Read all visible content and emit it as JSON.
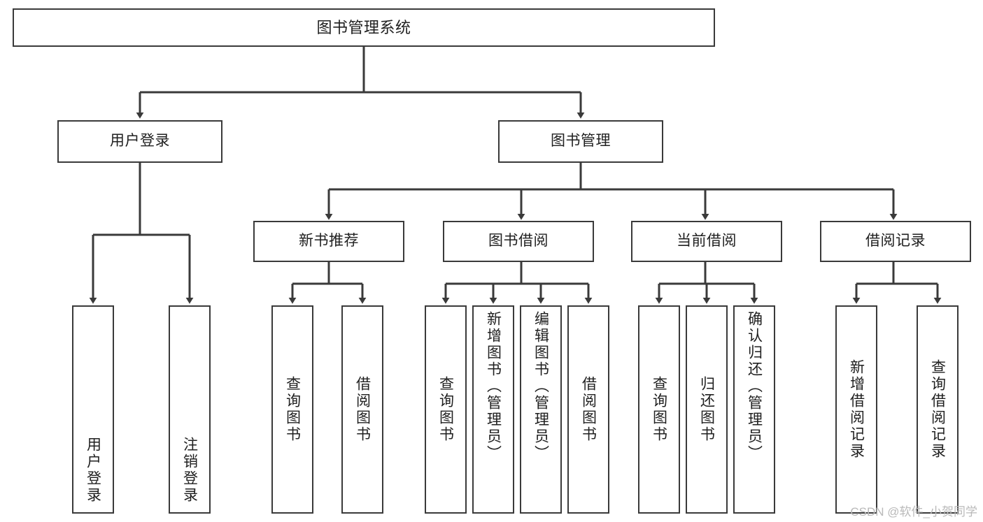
{
  "diagram": {
    "title": "图书管理系统",
    "type": "tree",
    "watermark": "CSDN @软件_小贺同学",
    "colors": {
      "border": "#3a3a3a",
      "fill": "#ffffff",
      "text": "#202020",
      "connector": "#3a3a3a",
      "background": "#ffffff",
      "watermark": "#b9b9b9"
    }
  },
  "nodes": {
    "root": {
      "label": "图书管理系统"
    },
    "level2": [
      {
        "id": "user-login",
        "label": "用户登录"
      },
      {
        "id": "book-manage",
        "label": "图书管理"
      }
    ],
    "level3": [
      {
        "id": "new-book-recommend",
        "label": "新书推荐"
      },
      {
        "id": "book-borrow",
        "label": "图书借阅"
      },
      {
        "id": "current-borrow",
        "label": "当前借阅"
      },
      {
        "id": "borrow-record",
        "label": "借阅记录"
      }
    ],
    "leaves": {
      "user_login": [
        {
          "id": "leaf-user-login",
          "label": "用户登录"
        },
        {
          "id": "leaf-logout",
          "label": "注销登录"
        }
      ],
      "new_book_recommend": [
        {
          "id": "leaf-query-book-1",
          "label": "查询图书"
        },
        {
          "id": "leaf-borrow-book-1",
          "label": "借阅图书"
        }
      ],
      "book_borrow": [
        {
          "id": "leaf-query-book-2",
          "label": "查询图书"
        },
        {
          "id": "leaf-add-book",
          "label": "新增图书（管理员）"
        },
        {
          "id": "leaf-edit-book",
          "label": "编辑图书（管理员）"
        },
        {
          "id": "leaf-borrow-book-2",
          "label": "借阅图书"
        }
      ],
      "current_borrow": [
        {
          "id": "leaf-query-book-3",
          "label": "查询图书"
        },
        {
          "id": "leaf-return-book",
          "label": "归还图书"
        },
        {
          "id": "leaf-confirm-return",
          "label": "确认归还（管理员）"
        }
      ],
      "borrow_record": [
        {
          "id": "leaf-add-record",
          "label": "新增借阅记录"
        },
        {
          "id": "leaf-query-record",
          "label": "查询借阅记录"
        }
      ]
    }
  }
}
